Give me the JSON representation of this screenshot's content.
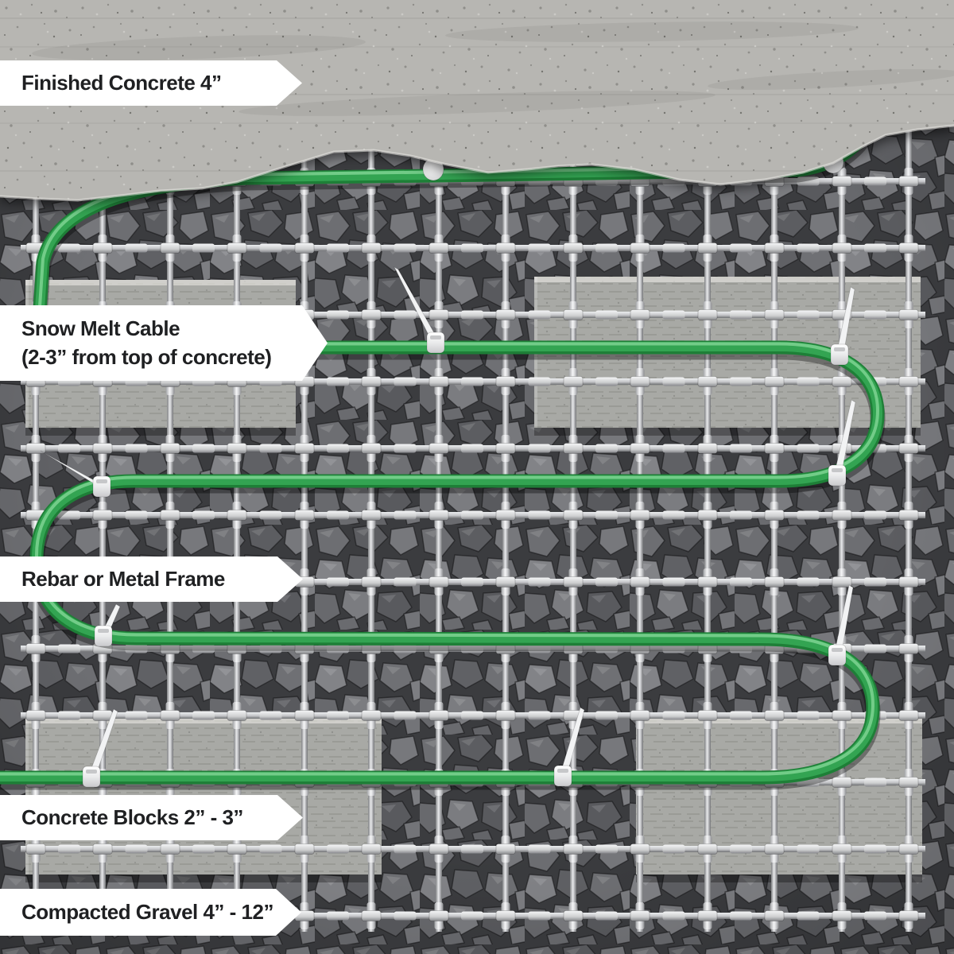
{
  "labels": [
    {
      "id": "finished-concrete",
      "text": "Finished Concrete 4”"
    },
    {
      "id": "snow-melt-cable",
      "line1": "Snow Melt Cable",
      "line2": "(2-3” from top of concrete)"
    },
    {
      "id": "rebar-or-metal-frame",
      "text": "Rebar or Metal Frame"
    },
    {
      "id": "concrete-blocks",
      "text": "Concrete Blocks 2” - 3”"
    },
    {
      "id": "compacted-gravel",
      "text": "Compacted Gravel 4” - 12”"
    }
  ],
  "colors": {
    "cable_green": "#33a452",
    "cable_green_dark": "#1e7f37",
    "cable_green_highlight": "#7ed492",
    "zip_tie_white": "#f2f3f4",
    "label_background": "#ffffff",
    "label_text": "#1f2022",
    "gravel_dark": "#3f4043",
    "concrete_gray": "#b7b6b2",
    "block_gray": "#a8a9a5",
    "rebar_metal": "#d9dadc"
  }
}
